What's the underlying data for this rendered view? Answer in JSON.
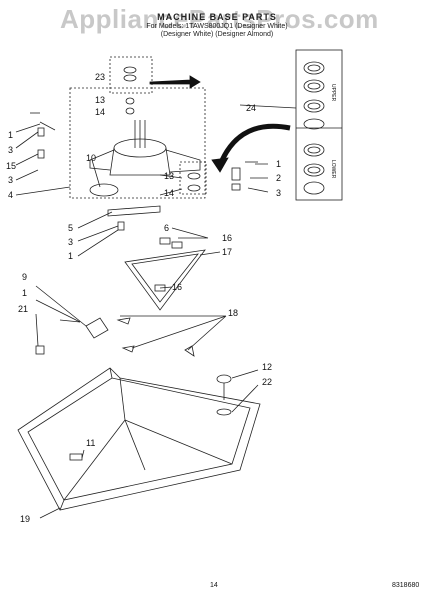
{
  "watermark": "AppliancePartsPros.com",
  "header": {
    "title": "MACHINE BASE PARTS",
    "subtitle_1": "For Models: 1TAWS800JQ1 (Designer White)",
    "subtitle_2": "(Designer White) (Designer Almond)"
  },
  "inset_labels": {
    "upper": "UPPER",
    "lower": "LOWER"
  },
  "callouts": {
    "c23": "23",
    "c13a": "13",
    "c14a": "14",
    "c24": "24",
    "c1a": "1",
    "c3a": "3",
    "c15": "15",
    "c3b": "3",
    "c4": "4",
    "c10": "10",
    "c13b": "13",
    "c14b": "14",
    "c1b": "1",
    "c2": "2",
    "c3c": "3",
    "c5": "5",
    "c3d": "3",
    "c1c": "1",
    "c6": "6",
    "c16a": "16",
    "c17": "17",
    "c16b": "16",
    "c9": "9",
    "c1d": "1",
    "c21": "21",
    "c18": "18",
    "c12": "12",
    "c22": "22",
    "c11": "11",
    "c19": "19"
  },
  "footer": {
    "page_number": "14",
    "code": "8318680"
  }
}
